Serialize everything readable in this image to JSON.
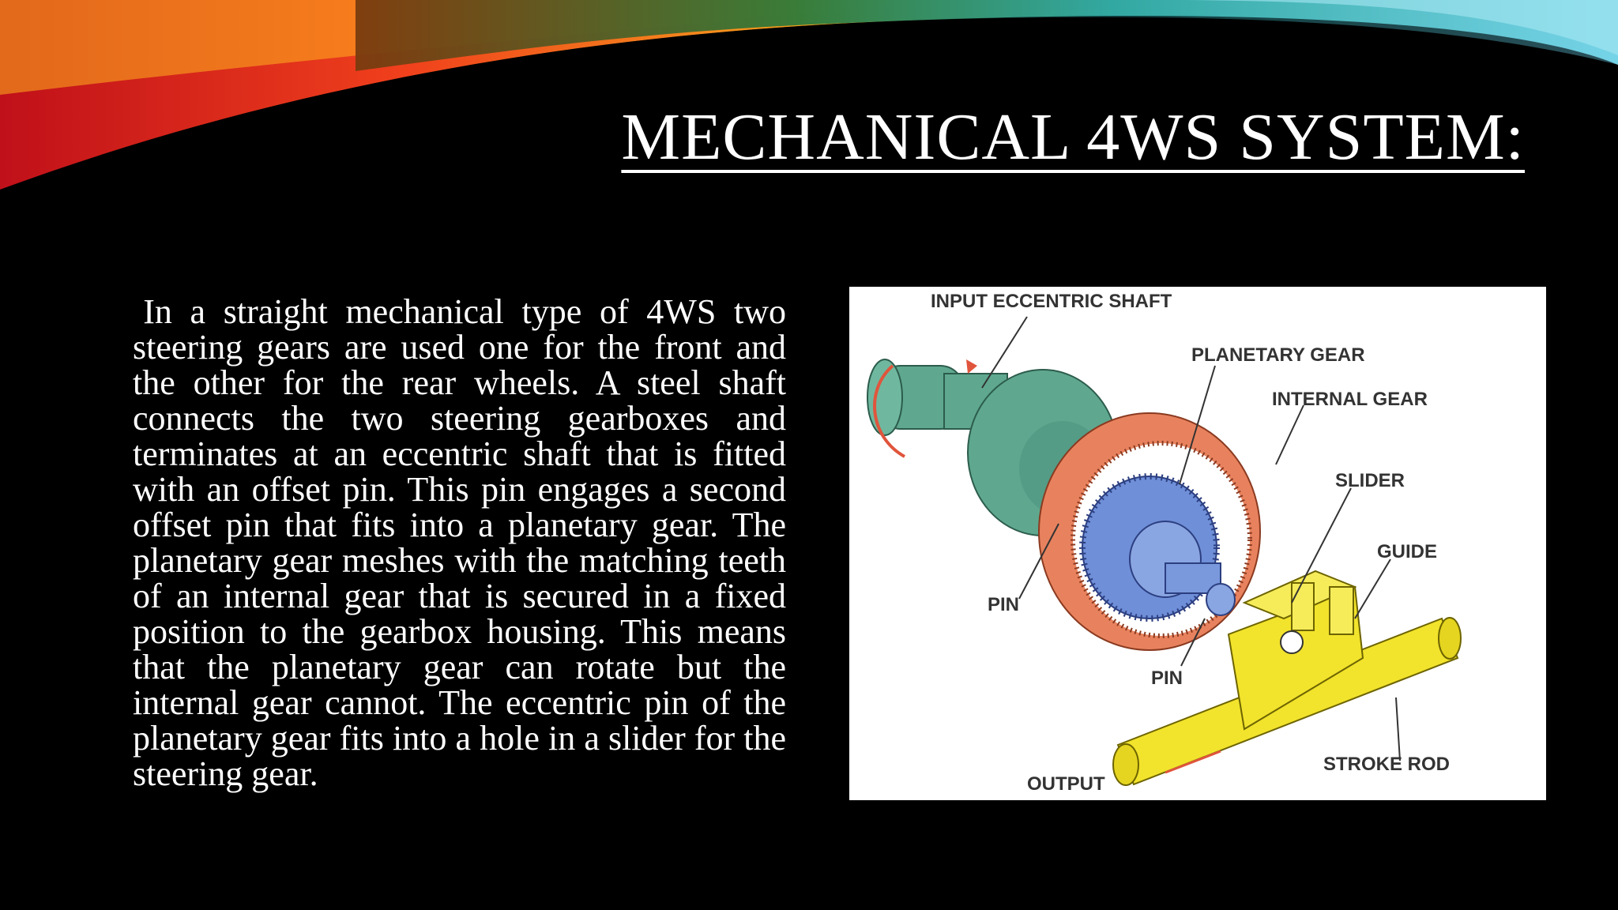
{
  "slide": {
    "title": "MECHANICAL 4WS SYSTEM:",
    "body": "In a straight mechanical type of 4WS two steering gears are used one for the front and the other for the rear wheels. A steel shaft connects the two steering gearboxes and terminates at an eccentric shaft that is fitted with an offset pin. This pin engages a second offset pin that fits into a planetary gear. The planetary gear meshes with the matching teeth of an internal gear that is secured in a fixed position to the gearbox housing. This means that the planetary gear can rotate but the internal gear cannot. The eccentric pin of the planetary gear fits into a hole in a slider for the steering gear."
  },
  "figure": {
    "labels": {
      "input_eccentric_shaft": "INPUT ECCENTRIC SHAFT",
      "planetary_gear": "PLANETARY GEAR",
      "internal_gear": "INTERNAL GEAR",
      "slider": "SLIDER",
      "guide": "GUIDE",
      "pin_left": "PIN",
      "pin_bottom": "PIN",
      "stroke_rod": "STROKE ROD",
      "output": "OUTPUT"
    },
    "colors": {
      "shaft": "#5fa88f",
      "internal_gear": "#e8825e",
      "planetary_gear": "#6f8fd8",
      "slider": "#f2e32c",
      "arrow": "#e0553c"
    }
  }
}
